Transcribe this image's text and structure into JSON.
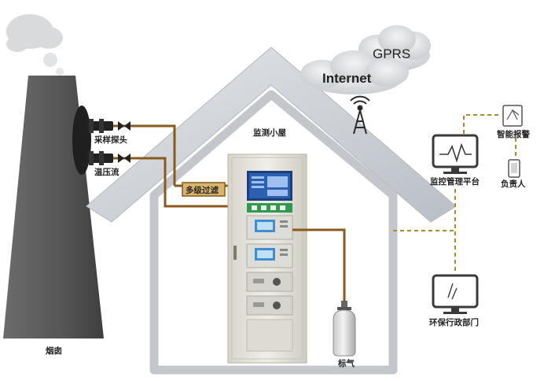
{
  "labels": {
    "chimney": "烟囱",
    "sampling_probe": "采样探头",
    "temp_pressure_flow": "温压流",
    "multi_filter": "多级过滤",
    "monitor_house": "监测小屋",
    "standard_gas": "标气",
    "monitoring_platform": "监控管理平台",
    "smart_alarm": "智能报警",
    "person_in_charge": "负责人",
    "env_department": "环保行政部门"
  },
  "clouds": {
    "gprs": "GPRS",
    "internet": "Internet"
  },
  "colors": {
    "chimney": "#5a5a5a",
    "roof": "#c9ced3",
    "pipe": "#8a5a1c",
    "dashed_link": "#b08a2a",
    "cabinet": "#ece9e1",
    "screen": "#2b5fb0",
    "panel_green": "#2e9a4e"
  },
  "icons": [
    "antenna-icon",
    "monitor-icon",
    "alarm-icon",
    "phone-icon",
    "gas-cylinder-icon",
    "valve-icon"
  ]
}
